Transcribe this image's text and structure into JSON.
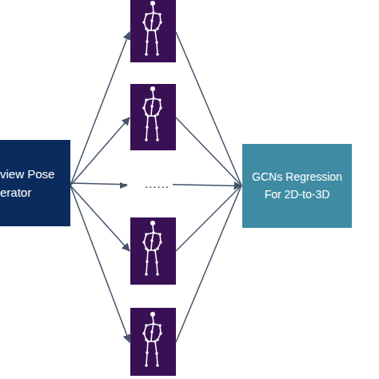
{
  "diagram": {
    "nodes": [
      {
        "text": [
          "view Pose erator"
        ]
      },
      {
        "text": [
          "GCNs Regression For 2D-to-3D"
        ]
      }
    ],
    "edges": [
      {
        "from": 0,
        "to": 1,
        "arrow": "to"
      }
    ],
    "labels": [
      "......"
    ]
  }
}
